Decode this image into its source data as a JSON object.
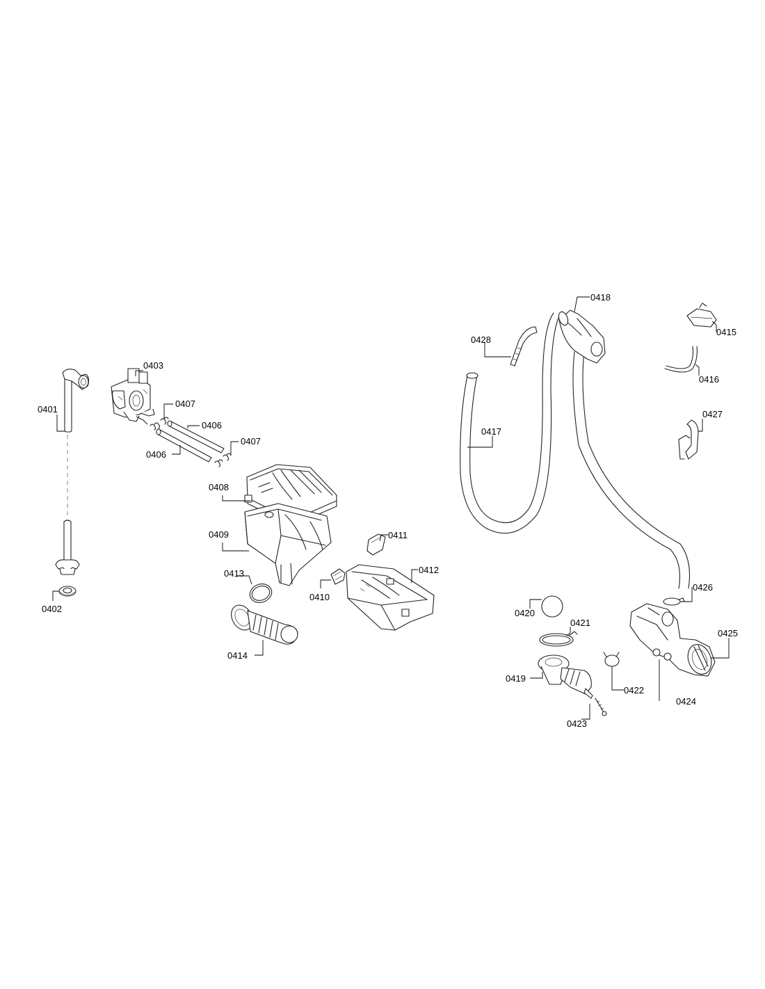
{
  "diagram": {
    "labels": {
      "p0401": "0401",
      "p0402": "0402",
      "p0403": "0403",
      "p0406a": "0406",
      "p0406b": "0406",
      "p0407a": "0407",
      "p0407b": "0407",
      "p0408": "0408",
      "p0409": "0409",
      "p0410": "0410",
      "p0411": "0411",
      "p0412": "0412",
      "p0413": "0413",
      "p0414": "0414",
      "p0415": "0415",
      "p0416": "0416",
      "p0417": "0417",
      "p0418": "0418",
      "p0419": "0419",
      "p0420": "0420",
      "p0421": "0421",
      "p0422": "0422",
      "p0423": "0423",
      "p0424": "0424",
      "p0425": "0425",
      "p0426": "0426",
      "p0427": "0427",
      "p0428": "0428"
    }
  }
}
